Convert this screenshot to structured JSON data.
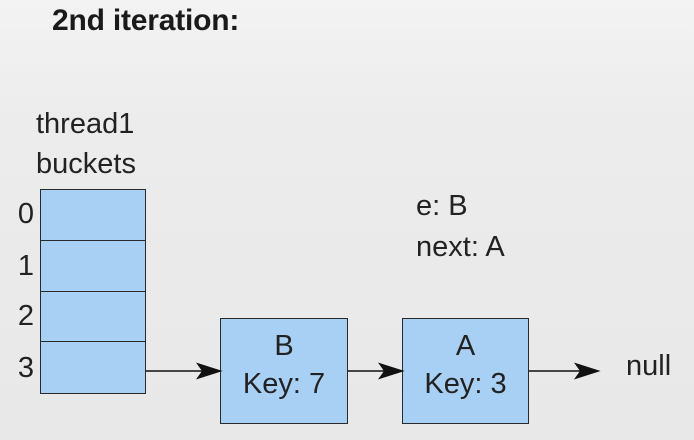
{
  "title": "2nd iteration:",
  "buckets_label": [
    "thread1",
    "buckets"
  ],
  "buckets": [
    "0",
    "1",
    "2",
    "3"
  ],
  "vars": {
    "e": "e: B",
    "next": "next: A"
  },
  "nodes": [
    {
      "name": "B",
      "key": "Key: 7"
    },
    {
      "name": "A",
      "key": "Key: 3"
    }
  ],
  "terminator": "null",
  "colors": {
    "box_fill": "#a8cff4",
    "box_border": "#2a2a2a",
    "background": "#ebebeb"
  }
}
